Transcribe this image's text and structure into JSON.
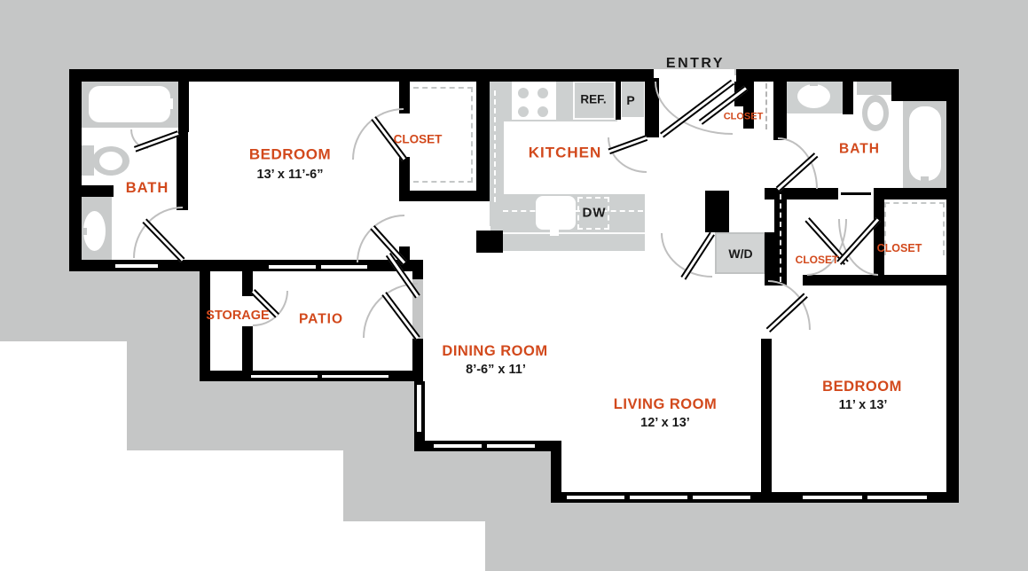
{
  "title": "apartment floor plan",
  "colors": {
    "accent_orange": "#d2491c",
    "background_gray": "#c5c6c6",
    "wall_black": "#000000",
    "fixture_gray": "#cdd0d0",
    "text_black": "#1a1a1a"
  },
  "rooms": {
    "entry": {
      "label": "ENTRY"
    },
    "kitchen": {
      "label": "KITCHEN"
    },
    "bedroom_left": {
      "label": "BEDROOM",
      "dims": "13’ x 11’-6”"
    },
    "bedroom_right": {
      "label": "BEDROOM",
      "dims": "11’ x 13’"
    },
    "dining_room": {
      "label": "DINING ROOM",
      "dims": "8’-6” x 11’"
    },
    "living_room": {
      "label": "LIVING ROOM",
      "dims": "12’ x  13’"
    },
    "bath_left": {
      "label": "BATH"
    },
    "bath_right": {
      "label": "BATH"
    },
    "storage": {
      "label": "STORAGE"
    },
    "patio": {
      "label": "PATIO"
    },
    "closet_bedroom_left": {
      "label": "CLOSET"
    },
    "closet_entry": {
      "label": "CLOSET"
    },
    "closet_hall_middle": {
      "label": "CLOSET"
    },
    "closet_hall_right": {
      "label": "CLOSET"
    }
  },
  "appliances": {
    "refrigerator": {
      "label": "REF."
    },
    "pantry": {
      "label": "P"
    },
    "dishwasher": {
      "label": "DW"
    },
    "washer_dryer": {
      "label": "W/D"
    }
  }
}
